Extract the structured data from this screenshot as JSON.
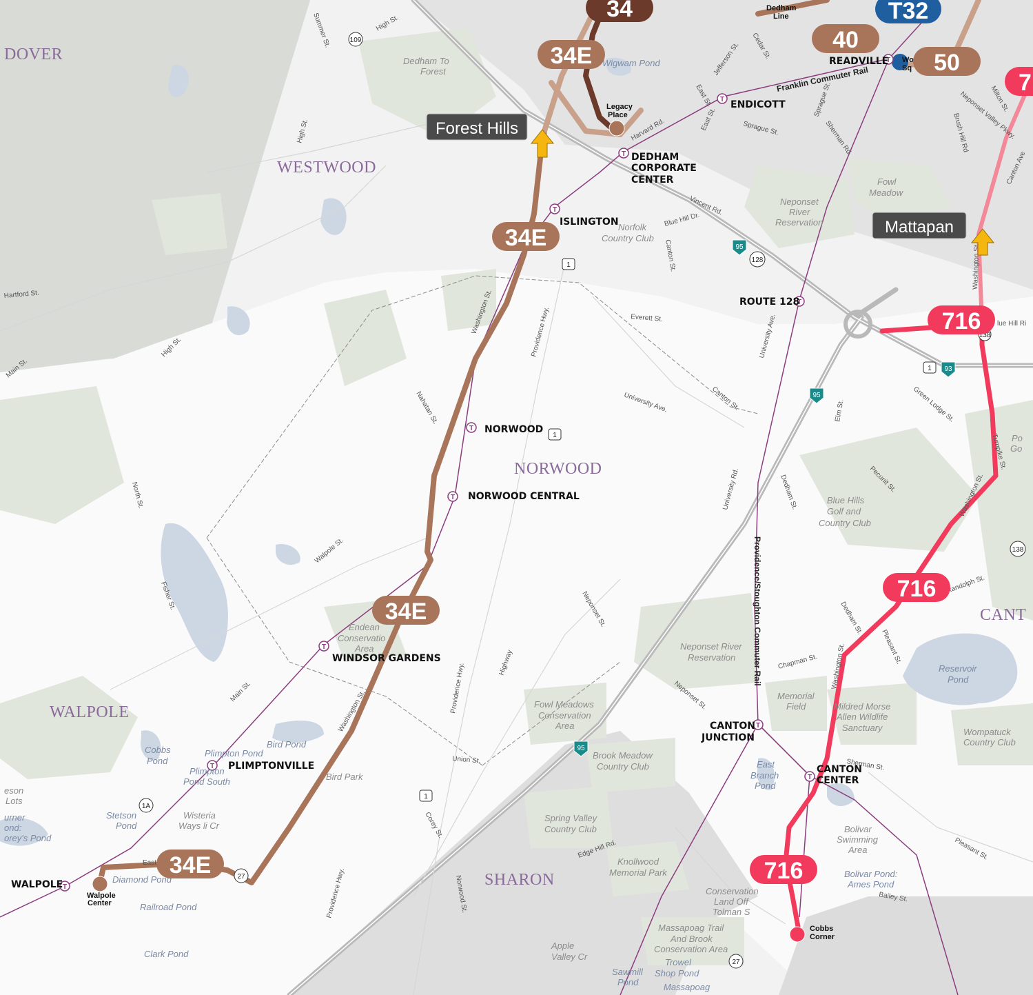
{
  "towns": [
    "DOVER",
    "WESTWOOD",
    "NORWOOD",
    "WALPOLE",
    "SHARON",
    "CANT"
  ],
  "destinations": {
    "forest_hills": "Forest Hills",
    "mattapan": "Mattapan"
  },
  "routes": {
    "r34e": {
      "label": "34E",
      "color": "#a8745a"
    },
    "r34": {
      "label": "34",
      "color": "#6b3a2a"
    },
    "r716": {
      "label": "716",
      "color": "#f23b5c"
    },
    "t32": {
      "label": "T32",
      "color": "#1f5fa0"
    },
    "r40": {
      "label": "40",
      "color": "#a8745a"
    },
    "r50": {
      "label": "50",
      "color": "#a8745a"
    },
    "r7": {
      "label": "7",
      "color": "#f23b5c"
    }
  },
  "stations": {
    "islington": "ISLINGTON",
    "dedham_1": "DEDHAM",
    "dedham_2": "CORPORATE",
    "dedham_3": "CENTER",
    "endicott": "ENDICOTT",
    "readville": "READVILLE",
    "route128": "ROUTE 128",
    "norwood": "NORWOOD",
    "norwood_central": "NORWOOD CENTRAL",
    "windsor": "WINDSOR GARDENS",
    "plimptonville": "PLIMPTONVILLE",
    "walpole": "WALPOLE",
    "canton_jct_1": "CANTON",
    "canton_jct_2": "JUNCTION",
    "canton_ctr_1": "CANTON",
    "canton_ctr_2": "CENTER"
  },
  "rail_lines": {
    "franklin": "Franklin Commuter Rail",
    "providence": "Providence/Stoughton Commuter Rail",
    "dedham_line_1": "Dedham",
    "dedham_line_2": "Line"
  },
  "places": {
    "legacy_1": "Legacy",
    "legacy_2": "Place",
    "walpole_1": "Walpole",
    "walpole_2": "Center",
    "cobbs_1": "Cobbs",
    "cobbs_2": "Corner",
    "wo_1": "Wo",
    "wo_2": "Sq"
  },
  "water": {
    "wigwam": "Wigwam Pond",
    "cobbs_1": "Cobbs",
    "cobbs_2": "Pond",
    "plimpton": "Plimpton Pond",
    "plimpton_s1": "Plimpton",
    "plimpton_s2": "Pond South",
    "bird": "Bird Pond",
    "stetson_1": "Stetson",
    "stetson_2": "Pond",
    "diamond": "Diamond Pond",
    "railroad": "Railroad Pond",
    "clark": "Clark Pond",
    "reservoir_1": "Reservoir",
    "reservoir_2": "Pond",
    "east_branch_1": "East",
    "east_branch_2": "Branch",
    "east_branch_3": "Pond",
    "bolivar_1": "Bolivar Pond:",
    "bolivar_2": "Ames Pond",
    "bolivar_swim_1": "Bolivar",
    "bolivar_swim_2": "Swimming",
    "bolivar_swim_3": "Area",
    "shop_1": "Shop Pond",
    "sawmill_1": "Sawmill",
    "sawmill_2": "Pond",
    "trowel": "Trowel",
    "massapoag": "Massapoag",
    "corey_1": "orey's Pond",
    "urner_1": "urner",
    "urner_2": "ond:"
  },
  "parks": {
    "dedham_forest_1": "Dedham To",
    "dedham_forest_2": "Forest",
    "norfolk_1": "Norfolk",
    "norfolk_2": "Country Club",
    "neponset_res_1": "Neponset",
    "neponset_res_2": "River",
    "neponset_res_3": "Reservation",
    "fowl_1": "Fowl",
    "fowl_2": "Meadow",
    "blue_hills_1": "Blue Hills",
    "blue_hills_2": "Golf and",
    "blue_hills_3": "Country Club",
    "neponset_riv_1": "Neponset River",
    "neponset_riv_2": "Reservation",
    "endean_1": "Endean",
    "endean_2": "Conservatio",
    "endean_3": "Area",
    "memorial_1": "Memorial",
    "memorial_2": "Field",
    "mildred_1": "Mildred Morse",
    "mildred_2": "Allen Wildlife",
    "mildred_3": "Sanctuary",
    "wompatuck_1": "Wompatuck",
    "wompatuck_2": "Country Club",
    "fowl_cons_1": "Fowl Meadows",
    "fowl_cons_2": "Conservation",
    "fowl_cons_3": "Area",
    "brook_1": "Brook Meadow",
    "brook_2": "Country Club",
    "spring_1": "Spring Valley",
    "spring_2": "Country Club",
    "bird_park": "Bird Park",
    "knollwood_1": "Knollwood",
    "knollwood_2": "Memorial Park",
    "conserv_1": "Conservation",
    "conserv_2": "Land Off",
    "conserv_3": "Tolman S",
    "massapoag_t1": "Massapoag Trail",
    "massapoag_t2": "And Brook",
    "massapoag_t3": "Conservation Area",
    "apple_1": "Apple",
    "apple_2": "Valley Cr",
    "wisteria_1": "Wisteria",
    "wisteria_2": "Ways li Cr",
    "eson_1": "eson",
    "eson_2": "Lots",
    "po_1": "Po",
    "po_2": "Go"
  },
  "streets": {
    "summer": "Summer St.",
    "high1": "High St.",
    "high2": "High St.",
    "high3": "High St.",
    "jefferson": "Jefferson St.",
    "cedar": "Cedar St.",
    "east": "East St.",
    "east2": "East St.",
    "sprague": "Sprague St.",
    "sprague2": "Sprague St.",
    "sherman": "Sherman Rd.",
    "milton": "Milton St.",
    "neponset_vp": "Neponset Valley Pkwy.",
    "brush": "Brush Hill Rd",
    "canton_ave": "Canton Ave",
    "vincent": "Vincent Rd.",
    "bluehill": "Blue Hill Dr.",
    "canton_st": "Canton St.",
    "washington1": "Washington St.",
    "providence1": "Providence Hwy.",
    "everett": "Everett St.",
    "university1": "University Ave.",
    "university2": "University Ave.",
    "university3": "University Rd.",
    "nahatan": "Nahatan St.",
    "canton_st2": "Canton St.",
    "elm": "Elm St.",
    "pecunit": "Pecunit St.",
    "green": "Green Lodge St.",
    "turnpike": "Turnpike St.",
    "hartford": "Hartford St.",
    "main1": "Main St.",
    "north": "North St.",
    "walpole_st": "Walpole St.",
    "fisher": "Fisher St.",
    "neponset_st": "Neponset St.",
    "dedham_st": "Dedham St.",
    "dedham_st2": "Dedham St.",
    "washington2": "Washington St.",
    "washington3": "Washington St.",
    "washington4": "Washington St.",
    "randolph": "Randolph St.",
    "pleasant": "Pleasant St.",
    "chapman": "Chapman St.",
    "neponset_st2": "Neponset St.",
    "main2": "Main St.",
    "providence2": "Providence Hwy.",
    "highway": "Highway",
    "union": "Union St.",
    "corey": "Corey St.",
    "providence3": "Providence Hwy.",
    "norwood_st": "Norwood St.",
    "edge": "Edge Hill Rd.",
    "sherman_st": "Sherman St.",
    "pleasant2": "Pleasant St.",
    "bailey": "Bailey St.",
    "east3": "East",
    "washington5": "Washington St.",
    "bluehillr": "lue Hill Ri",
    "harvard": "Harvard Rd."
  },
  "shields": {
    "r109": "109",
    "r128": "128",
    "r27a": "27",
    "r27b": "27",
    "r1a": "1A",
    "r138a": "138",
    "r138b": "138",
    "us1a": "1",
    "us1b": "1",
    "us1c": "1",
    "us1d": "1",
    "i95a": "95",
    "i95b": "95",
    "i95c": "95",
    "i93": "93"
  }
}
